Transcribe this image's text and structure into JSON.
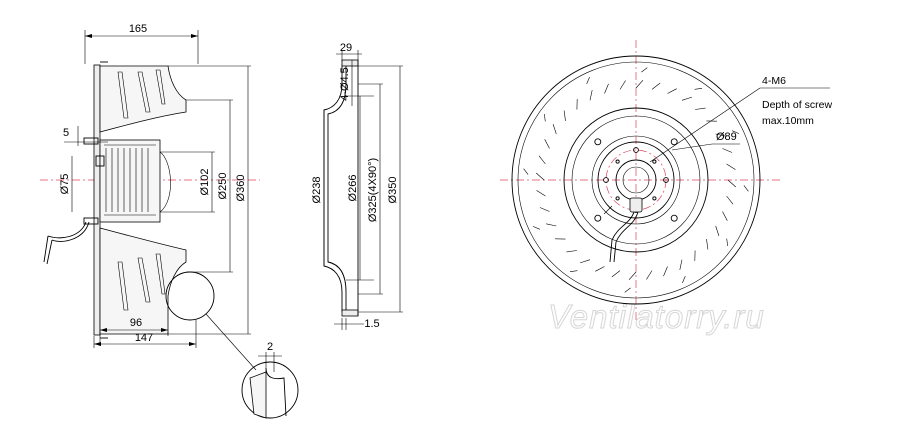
{
  "side_view": {
    "width_top": "165",
    "hub_gap": "5",
    "dia_hub": "Ø75",
    "dia_inlet": "Ø102",
    "dia_250": "Ø250",
    "dia_360": "Ø360",
    "width_96": "96",
    "width_147": "147"
  },
  "detail": {
    "gap": "2"
  },
  "ring_view": {
    "thickness": "29",
    "holes": "4-Ø4.5",
    "dia_238": "Ø238",
    "dia_266": "Ø266",
    "dia_325": "Ø325(4X90°)",
    "dia_350": "Ø350",
    "offset": "1.5"
  },
  "front_view": {
    "thread": "4-M6",
    "screw_depth_1": "Depth of screw",
    "screw_depth_2": "max.10mm",
    "dia_89": "Ø89"
  },
  "watermark": "Ventilatorry.ru",
  "colors": {
    "centerline": "#e0415a",
    "watermark": "#d6d6d6",
    "shading": "#eeeeee"
  }
}
